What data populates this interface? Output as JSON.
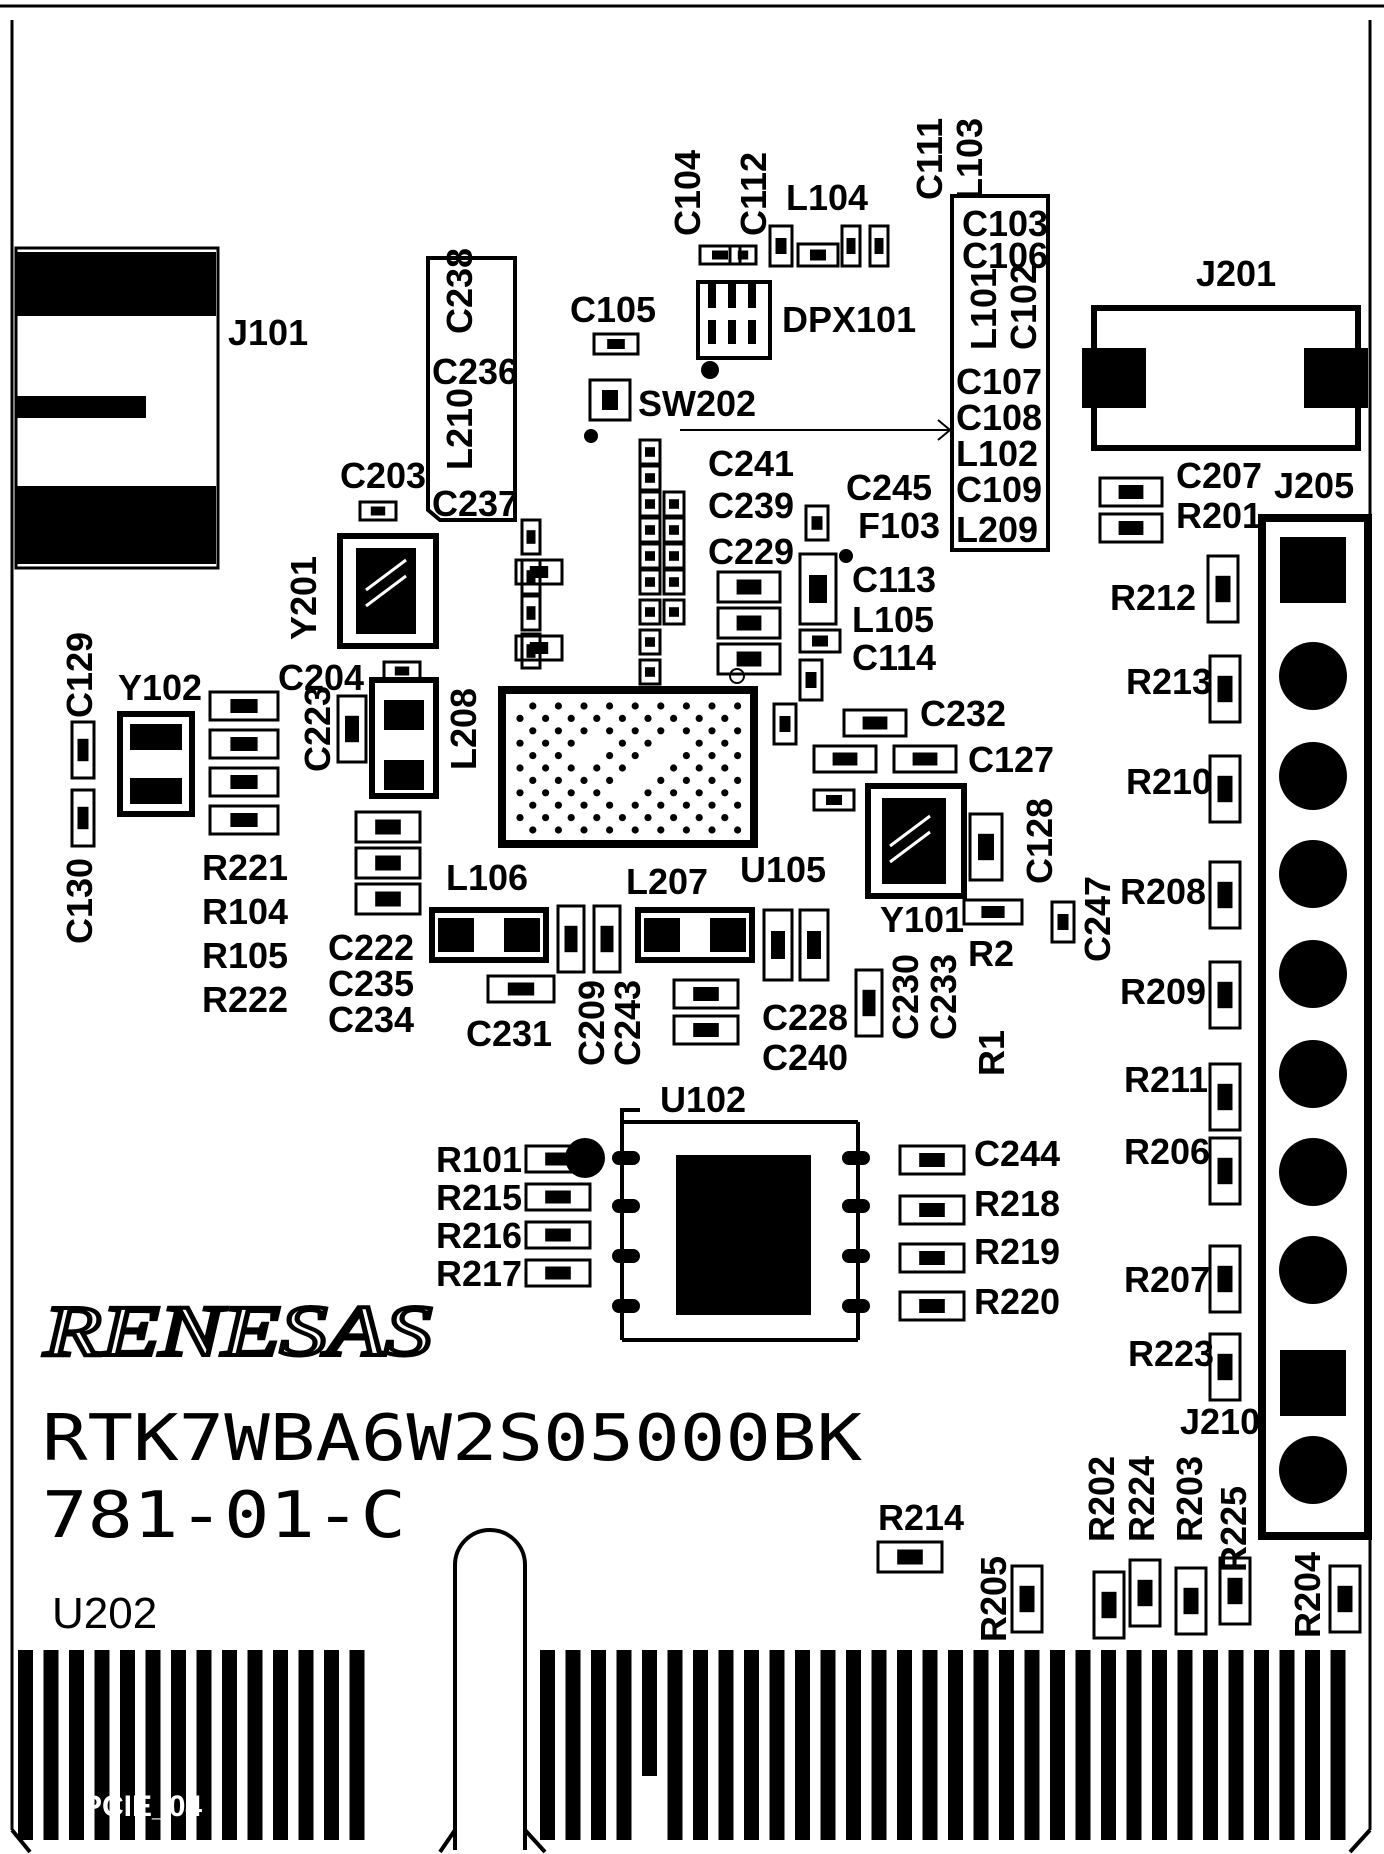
{
  "board": {
    "logo": "RENESAS",
    "part_number": "RTK7WBA6W2S05000BK",
    "revision": "781-01-C",
    "silk_u202": "U202",
    "edge_label": "PCIE_04"
  },
  "labels": {
    "J101": "J101",
    "J201": "J201",
    "J205": "J205",
    "J210": "J210",
    "C104": "C104",
    "C112": "C112",
    "L104": "L104",
    "C111": "C111",
    "L103": "L103",
    "C103": "C103",
    "C106": "C106",
    "L101": "L101",
    "C102": "C102",
    "C107": "C107",
    "C108": "C108",
    "L102": "L102",
    "C109": "C109",
    "L209": "L209",
    "C105": "C105",
    "DPX101": "DPX101",
    "SW202": "SW202",
    "C238": "C238",
    "C236": "C236",
    "L210": "L210",
    "C237": "C237",
    "C203": "C203",
    "Y201": "Y201",
    "C204": "C204",
    "C223": "C223",
    "L208": "L208",
    "C129": "C129",
    "Y102": "Y102",
    "C130": "C130",
    "R221": "R221",
    "R104": "R104",
    "R105": "R105",
    "R222": "R222",
    "C241": "C241",
    "C239": "C239",
    "C229": "C229",
    "C245": "C245",
    "F103": "F103",
    "C113": "C113",
    "L105": "L105",
    "C114": "C114",
    "C232": "C232",
    "C127": "C127",
    "C128": "C128",
    "Y101": "Y101",
    "R2": "R2",
    "C247": "C247",
    "L106": "L106",
    "L207": "L207",
    "U105": "U105",
    "C222": "C222",
    "C235": "C235",
    "C234": "C234",
    "C231": "C231",
    "C209": "C209",
    "C243": "C243",
    "C228": "C228",
    "C240": "C240",
    "C230": "C230",
    "C233": "C233",
    "R1": "R1",
    "U102": "U102",
    "R101": "R101",
    "R215": "R215",
    "R216": "R216",
    "R217": "R217",
    "C244": "C244",
    "R218": "R218",
    "R219": "R219",
    "R220": "R220",
    "C207": "C207",
    "R201": "R201",
    "R212": "R212",
    "R213": "R213",
    "R210": "R210",
    "R208": "R208",
    "R209": "R209",
    "R211": "R211",
    "R206": "R206",
    "R207": "R207",
    "R223": "R223",
    "R214": "R214",
    "R205": "R205",
    "R202": "R202",
    "R224": "R224",
    "R203": "R203",
    "R225": "R225",
    "R204": "R204"
  }
}
